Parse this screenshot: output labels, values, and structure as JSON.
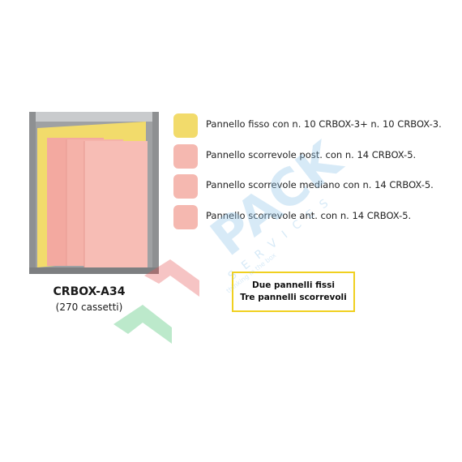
{
  "cabinet": {
    "name": "CRBOX-A34",
    "subtitle": "(270 cassetti)"
  },
  "legend": [
    {
      "label": "Pannello fisso con n. 10 CRBOX-3+ n. 10 CRBOX-3.",
      "color": "#f2db6b"
    },
    {
      "label": "Pannello scorrevole post. con n. 14 CRBOX-5.",
      "color": "#f5b8b0"
    },
    {
      "label": "Pannello scorrevole mediano con n. 14 CRBOX-5.",
      "color": "#f5b8b0"
    },
    {
      "label": "Pannello scorrevole ant. con n. 14 CRBOX-5.",
      "color": "#f5b8b0"
    }
  ],
  "note": {
    "line1": "Due pannelli fissi",
    "line2": "Tre pannelli scorrevoli",
    "border_color": "#f0d020"
  },
  "colors": {
    "fixed_panel": "#f2db6b",
    "sliding_panel": "#f5b8b0",
    "frame": "#a9abad"
  },
  "watermark": {
    "brand": "PACK",
    "word": "SERVICES",
    "tagline": "thinking in the box"
  }
}
